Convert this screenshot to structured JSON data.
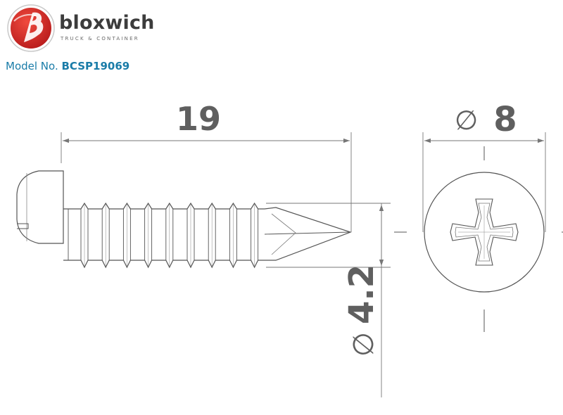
{
  "brand": {
    "name": "bloxwich",
    "tagline": "TRUCK & CONTAINER",
    "logo_color": "#d62a2a"
  },
  "model": {
    "prefix": "Model No.",
    "number": "BCSP19069",
    "color": "#1a7ca8"
  },
  "dimensions": {
    "length": "19",
    "head_diameter_symbol": "∅",
    "head_diameter": "8",
    "shank_diameter_symbol": "∅",
    "shank_diameter": "4.2"
  },
  "drawing": {
    "subject": "pan head phillips self-drilling screw",
    "views": [
      "side-view",
      "end-view"
    ],
    "head_drive": "phillips",
    "line_color": "#555555"
  }
}
